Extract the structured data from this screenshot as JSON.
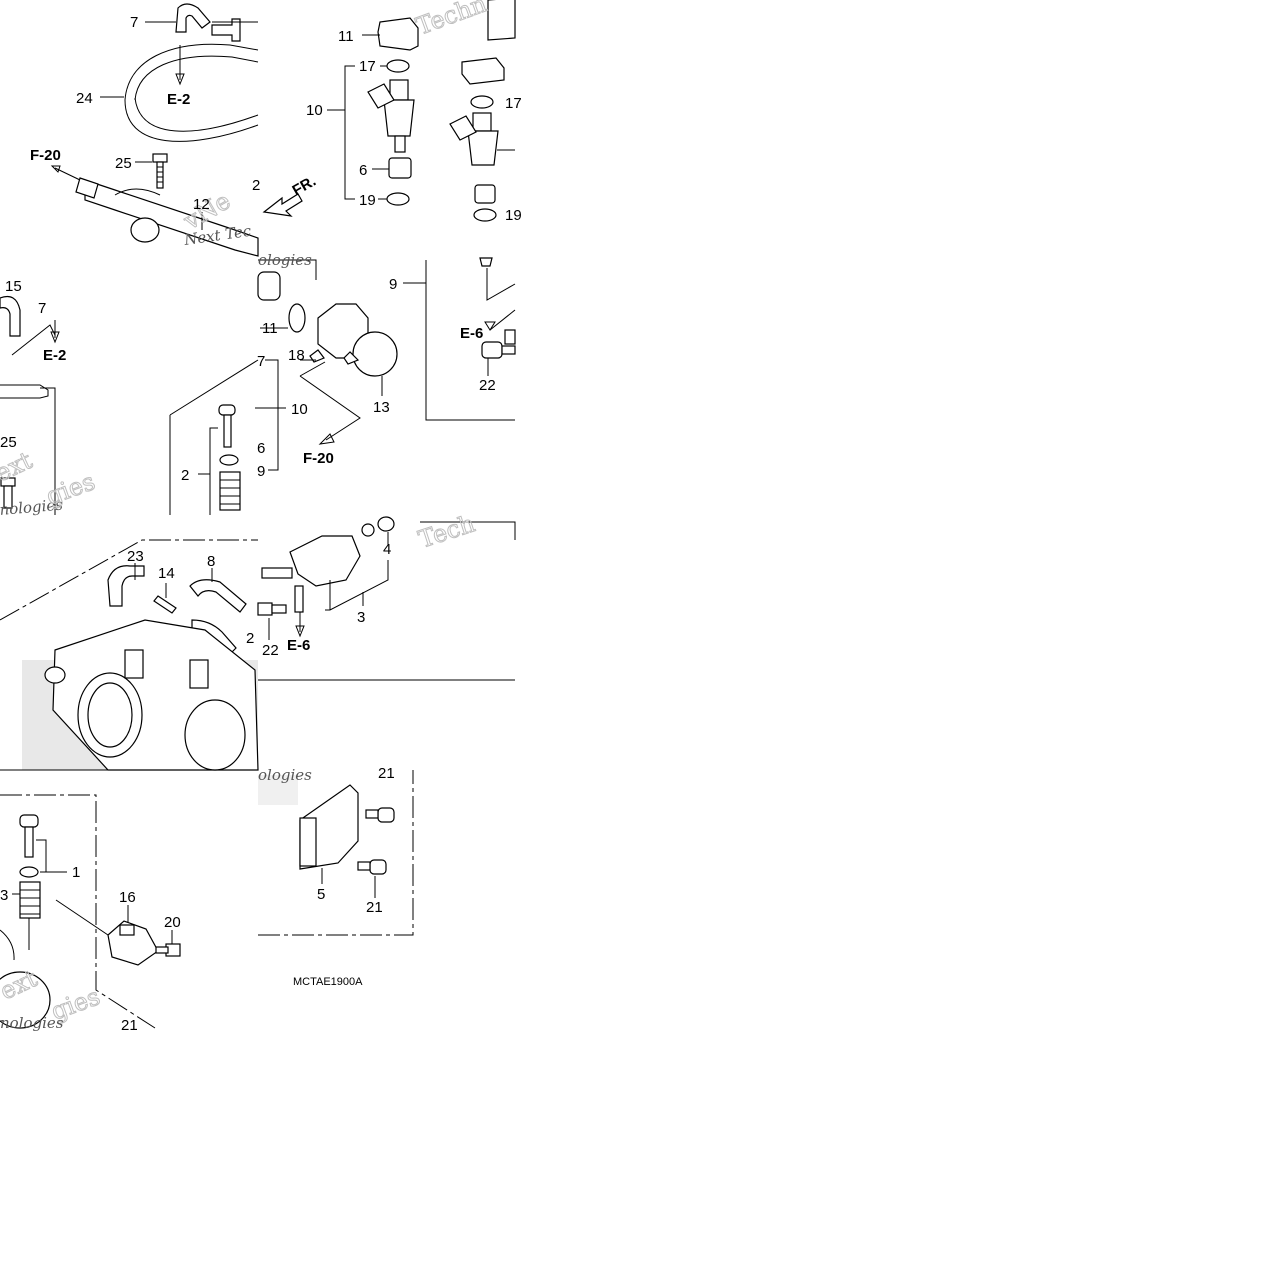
{
  "callouts": {
    "c1": "1",
    "c2": "2",
    "c3": "3",
    "c4": "4",
    "c5": "5",
    "c6": "6",
    "c7": "7",
    "c8": "8",
    "c9": "9",
    "c10": "10",
    "c11": "11",
    "c12": "12",
    "c13": "13",
    "c14": "14",
    "c15": "15",
    "c16": "16",
    "c17": "17",
    "c18": "18",
    "c19": "19",
    "c20": "20",
    "c21": "21",
    "c22": "22",
    "c23": "23",
    "c24": "24",
    "c25": "25"
  },
  "refs": {
    "e2": "E-2",
    "e6": "E-6",
    "f20": "F-20"
  },
  "front_arrow": "FR.",
  "watermark": {
    "word1": "Techn",
    "word2": "vNe",
    "word3": "Next Tec",
    "word4": "ologies",
    "word5": "nologies",
    "word6": "ext",
    "word7": "gies",
    "word8": "Tech",
    "word9": "ologies",
    "word10": "ext",
    "word11": "gies",
    "word12": "nologies"
  },
  "diagram_code": "MCTAE1900A",
  "colors": {
    "ink": "#000000",
    "paper": "#ffffff",
    "watermark": "#bfbfbf"
  }
}
